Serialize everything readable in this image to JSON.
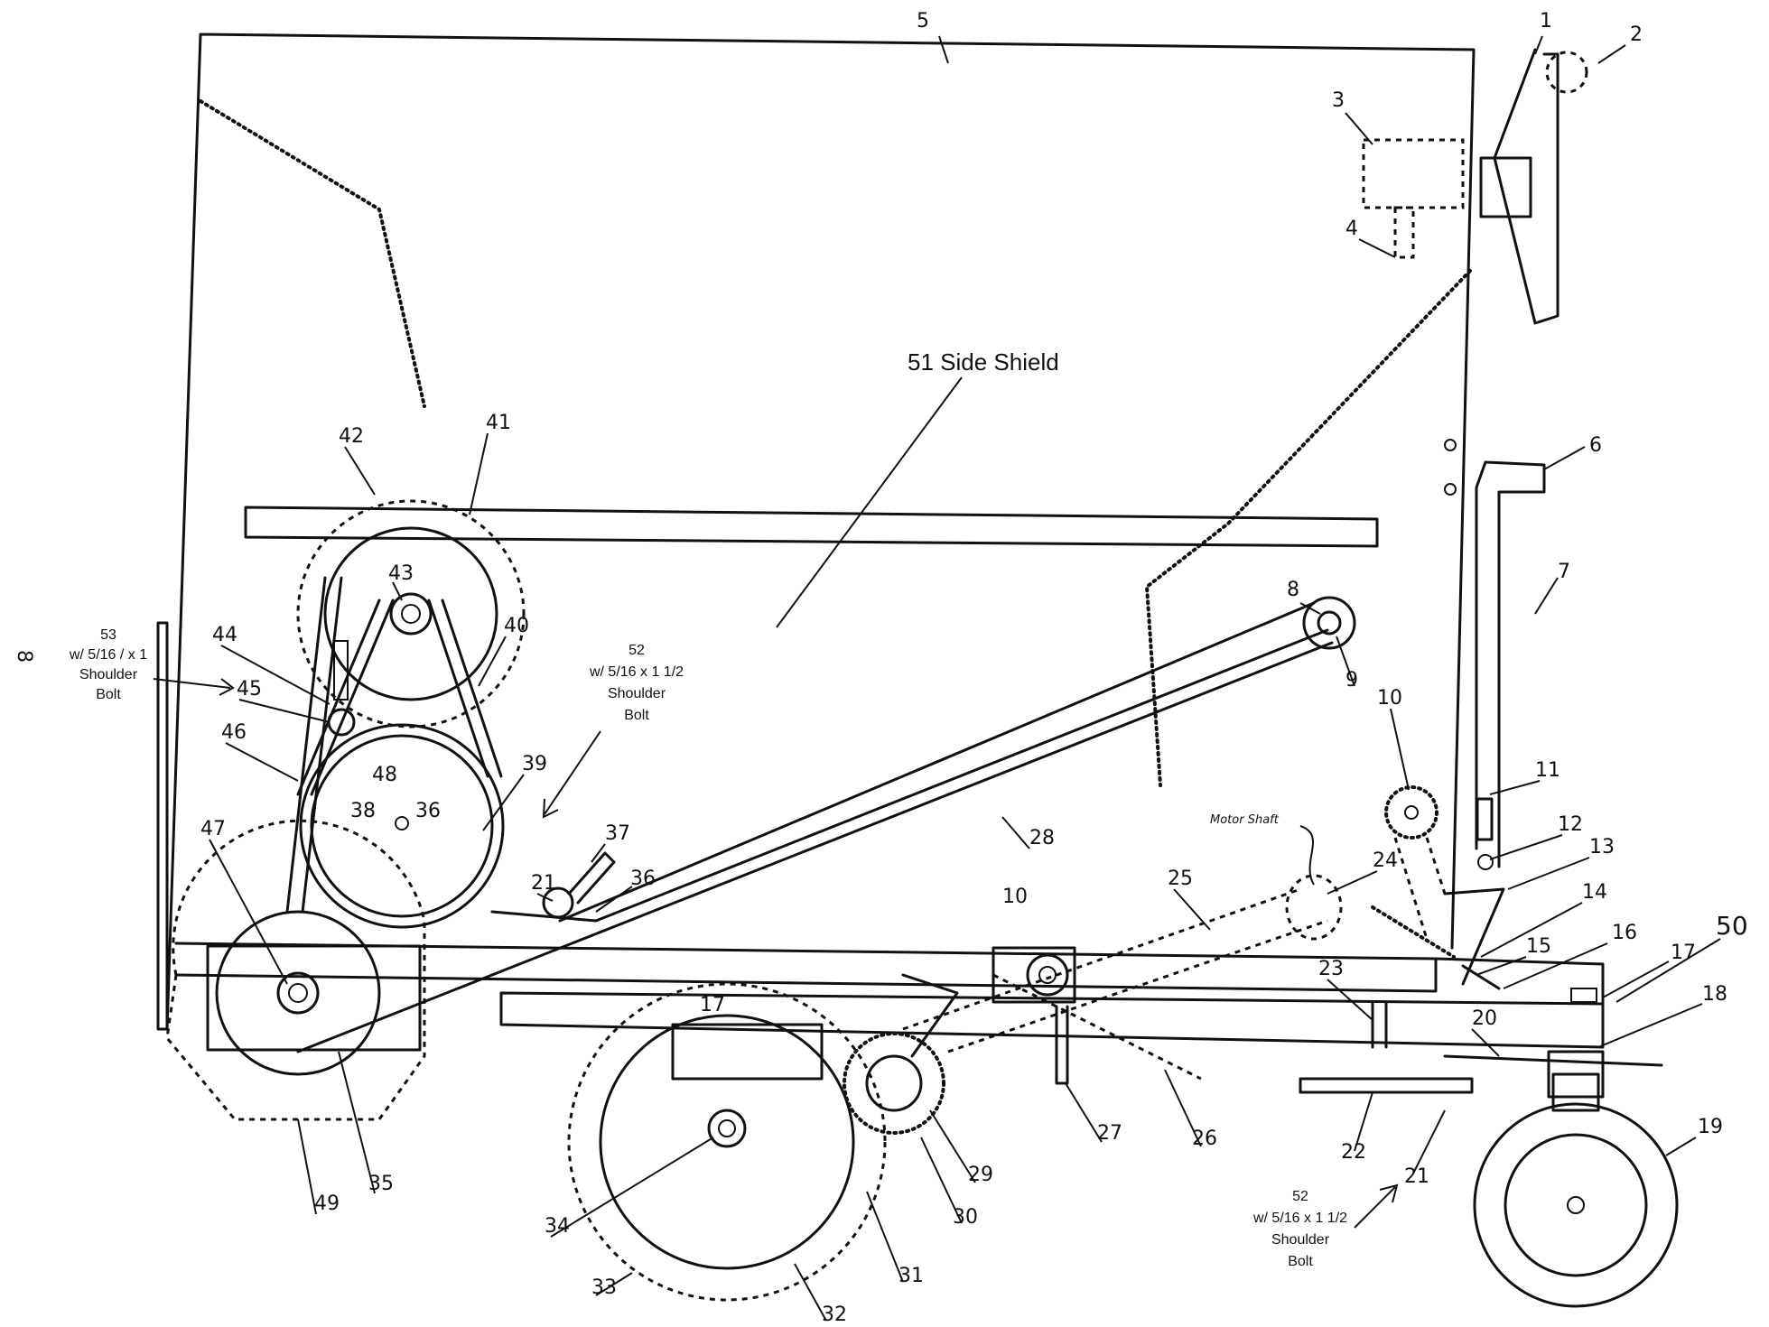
{
  "callouts": [
    "1",
    "2",
    "3",
    "4",
    "5",
    "6",
    "7",
    "8",
    "9",
    "10",
    "10",
    "11",
    "12",
    "13",
    "14",
    "15",
    "16",
    "17",
    "17",
    "18",
    "19",
    "20",
    "21",
    "21",
    "22",
    "23",
    "24",
    "25",
    "26",
    "27",
    "28",
    "29",
    "30",
    "31",
    "32",
    "33",
    "34",
    "35",
    "36",
    "36",
    "37",
    "38",
    "39",
    "40",
    "41",
    "42",
    "43",
    "44",
    "45",
    "46",
    "47",
    "48",
    "49",
    "50"
  ],
  "labels": {
    "side_shield": "51 Side Shield",
    "motor_shaft": "Motor Shaft",
    "left_rotated": "8"
  },
  "notes": {
    "n53": [
      "53",
      "w/ 5/16 / x 1",
      "Shoulder",
      "Bolt"
    ],
    "n52a": [
      "52",
      "w/ 5/16  x 1 1/2",
      "Shoulder",
      "Bolt"
    ],
    "n52b": [
      "52",
      "w/ 5/16 x 1 1/2",
      "Shoulder",
      "Bolt"
    ]
  }
}
